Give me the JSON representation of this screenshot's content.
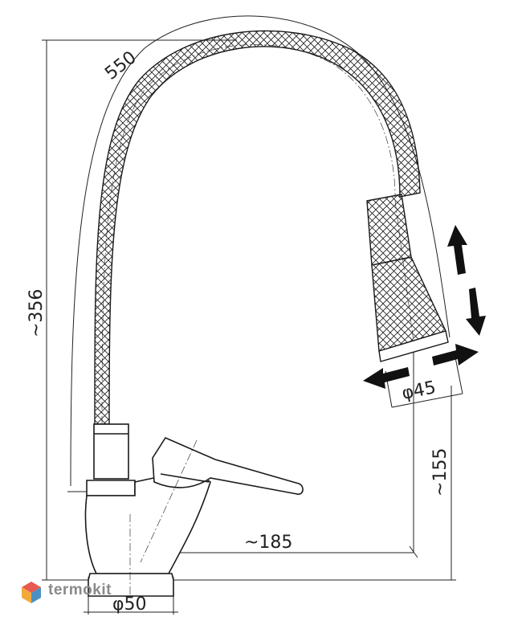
{
  "dimensions": {
    "hose_length": "550",
    "total_height": "~356",
    "spout_diameter": "φ45",
    "spout_height": "~155",
    "reach": "~185",
    "base_diameter": "φ50"
  },
  "brand": {
    "name": "termokit",
    "icon": "hexagon-logo-icon",
    "icon_colors": [
      "#e8594f",
      "#f2a93b",
      "#4a90c2"
    ]
  },
  "colors": {
    "line": "#1a1a1a",
    "arrow": "#111111"
  }
}
